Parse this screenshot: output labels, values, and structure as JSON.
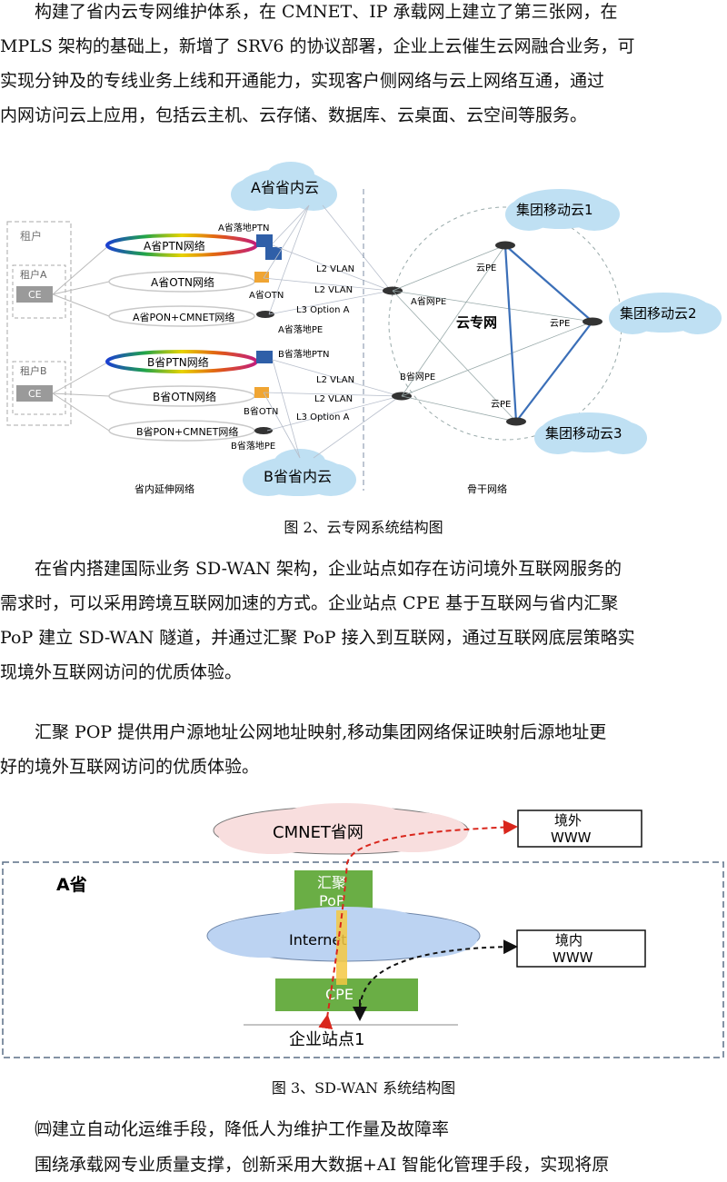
{
  "para1": {
    "lines": [
      "构建了省内云专网维护体系，在 CMNET、IP 承载网上建立了第三张网，在",
      "MPLS 架构的基础上，新增了 SRV6 的协议部署，企业上云催生云网融合业务，可",
      "实现分钟及的专线业务上线和开通能力，实现客户侧网络与云上网络互通，通过",
      "内网访问云上应用，包括云主机、云存储、数据库、云桌面、云空间等服务。"
    ]
  },
  "figure2": {
    "caption": "图 2、云专网系统结构图",
    "cloud_a": "A省省内云",
    "cloud_b": "B省省内云",
    "group_cloud_1": "集团移动云1",
    "group_cloud_2": "集团移动云2",
    "group_cloud_3": "集团移动云3",
    "tenant_box": "租户",
    "tenant_a": "租户A",
    "tenant_b": "租户B",
    "ce": "CE",
    "a_ptn": "A省PTN网络",
    "a_otn": "A省OTN网络",
    "a_pon": "A省PON+CMNET网络",
    "b_ptn": "B省PTN网络",
    "b_otn": "B省OTN网络",
    "b_pon": "B省PON+CMNET网络",
    "a_local_ptn": "A省落地PTN",
    "a_otn_node": "A省OTN",
    "a_local_pe": "A省落地PE",
    "b_local_ptn": "B省落地PTN",
    "b_otn_node": "B省OTN",
    "b_local_pe": "B省落地PE",
    "l2vlan": "L2 VLAN",
    "l3opt": "L3 Option A",
    "a_net_pe": "A省网PE",
    "b_net_pe": "B省网PE",
    "cloud_pe": "云PE",
    "cloud_net": "云专网",
    "ext_net_label": "省内延伸网络",
    "backbone_label": "骨干网络"
  },
  "para2": {
    "lines": [
      "在省内搭建国际业务 SD-WAN 架构，企业站点如存在访问境外互联网服务的",
      "需求时，可以采用跨境互联网加速的方式。企业站点 CPE 基于互联网与省内汇聚",
      "PoP 建立 SD-WAN 隧道，并通过汇聚 PoP 接入到互联网，通过互联网底层策略实",
      "现境外互联网访问的优质体验。"
    ]
  },
  "para3": {
    "lines": [
      "汇聚 POP 提供用户源地址公网地址映射,移动集团网络保证映射后源地址更",
      "好的境外互联网访问的优质体验。"
    ]
  },
  "figure3": {
    "caption": "图 3、SD-WAN 系统结构图",
    "cmnet": "CMNET省网",
    "overseas_line1": "境外",
    "overseas_line2": "WWW",
    "province": "A省",
    "pop_line1": "汇聚",
    "pop_line2": "PoP",
    "internet": "Internet",
    "domestic_line1": "境内",
    "domestic_line2": "WWW",
    "cpe": "CPE",
    "site": "企业站点1"
  },
  "section4": {
    "heading": "㈣建立自动化运维手段，降低人为维护工作量及故障率"
  },
  "para4": {
    "lines": [
      "围绕承载网专业质量支撑，创新采用大数据+AI 智能化管理手段，实现将原"
    ]
  },
  "colors": {
    "cloud_blue": "#bfe0f3",
    "pop_green": "#6aae45",
    "accent_red": "#d9261c",
    "dashed_box": "#5a6f86"
  }
}
